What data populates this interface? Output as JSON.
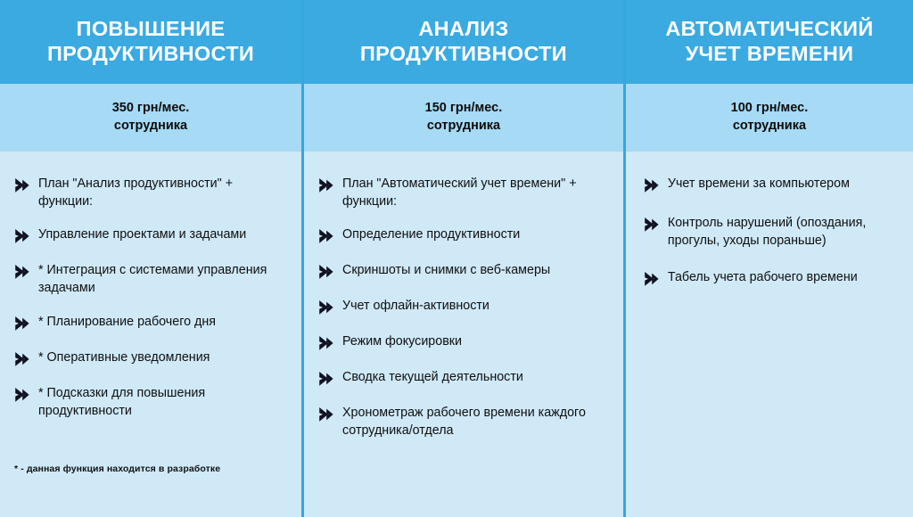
{
  "theme": {
    "header_band_color": "#3aaae1",
    "price_band_color": "#a6daf5",
    "body_color": "#cfe9f7",
    "divider_color": "#34a7e0",
    "header_text_color": "#ffffff",
    "body_text_color": "#0f0f0f",
    "bullet_color": "#111122"
  },
  "columns": [
    {
      "id": "productivity-boost",
      "title": "ПОВЫШЕНИЕ\nПРОДУКТИВНОСТИ",
      "price_amount": "350 грн/мес.",
      "price_unit": "сотрудника",
      "features": [
        "План \"Анализ продуктивности\" + функции:",
        "Управление проектами и задачами",
        "* Интеграция с системами управления задачами",
        " * Планирование рабочего дня",
        "* Оперативные уведомления",
        "* Подсказки для повышения продуктивности"
      ],
      "footnote": "*  - данная функция находится в разработке"
    },
    {
      "id": "productivity-analysis",
      "title": "АНАЛИЗ\nПРОДУКТИВНОСТИ",
      "price_amount": "150 грн/мес.",
      "price_unit": "сотрудника",
      "features": [
        "План \"Автоматический учет времени\" + функции:",
        "Определение продуктивности",
        "Скриншоты и снимки с веб-камеры",
        "Учет офлайн-активности",
        "Режим фокусировки",
        "Сводка текущей деятельности",
        "Хронометраж рабочего времени каждого сотрудника/отдела"
      ],
      "footnote": ""
    },
    {
      "id": "automatic-time-tracking",
      "title": "АВТОМАТИЧЕСКИЙ\nУЧЕТ ВРЕМЕНИ",
      "price_amount": "100 грн/мес.",
      "price_unit": "сотрудника",
      "features": [
        "Учет времени за компьютером",
        "Контроль нарушений (опоздания, прогулы, уходы пораньше)",
        "Табель учета рабочего времени"
      ],
      "footnote": ""
    }
  ],
  "icons": {
    "bullet": "arrow-chevron-bullet-icon"
  }
}
